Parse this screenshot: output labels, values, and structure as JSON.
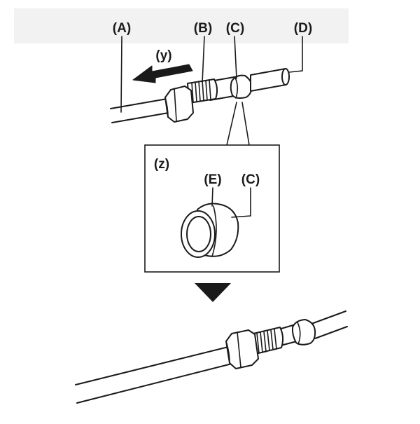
{
  "labels": {
    "a": "(A)",
    "b": "(B)",
    "c": "(C)",
    "d": "(D)",
    "y": "(y)",
    "z": "(z)",
    "e": "(E)",
    "c_detail": "(C)"
  },
  "colors": {
    "line": "#1a1a1a",
    "top_band": "#f2f2f2",
    "background": "#ffffff"
  }
}
